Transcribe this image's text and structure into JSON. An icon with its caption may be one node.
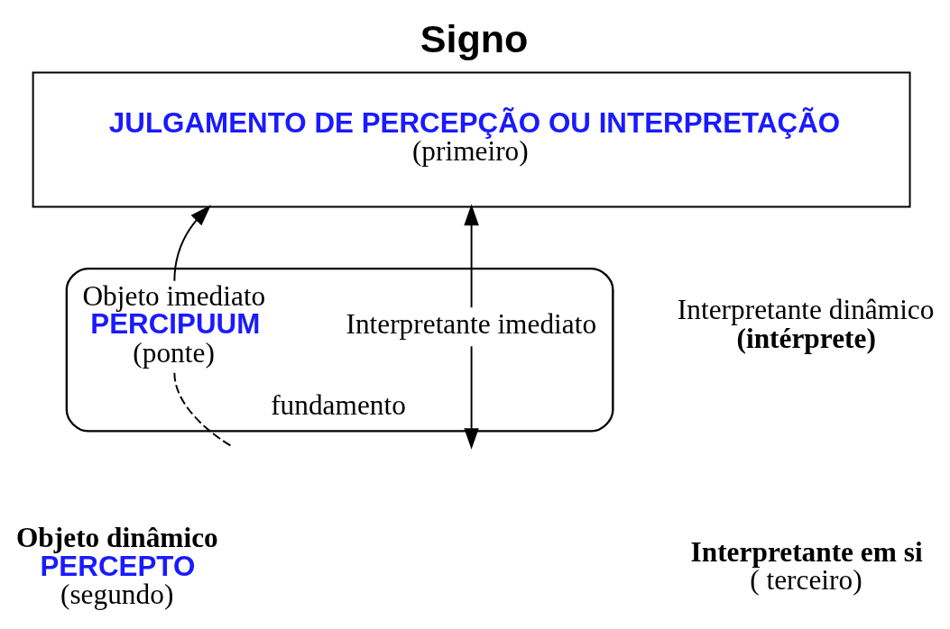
{
  "diagram": {
    "title": "Signo",
    "nodes": [
      {
        "text": [
          "JULGAMENTO DE PERCEPÇÃO OU INTERPRETAÇÃO",
          "(primeiro)"
        ]
      },
      {
        "text": [
          "fundamento"
        ]
      },
      {
        "text": [
          "Objeto imediato",
          "PERCIPUUM",
          "(ponte)"
        ],
        "in": 1
      },
      {
        "text": [
          "Interpretante imediato"
        ],
        "in": 1
      },
      {
        "text": [
          "Interpretante dinâmico",
          "(intérprete)"
        ]
      },
      {
        "text": [
          "Objeto dinâmico",
          "PERCEPTO",
          "(segundo)"
        ]
      },
      {
        "text": [
          "Interpretante em si",
          "( terceiro)"
        ]
      }
    ],
    "edges": [
      {
        "from": 2,
        "to": 0,
        "arrow": "to"
      },
      {
        "from": 3,
        "to": 0,
        "arrow": "to"
      },
      {
        "from": 3,
        "to": 1,
        "arrow": "to"
      },
      {
        "from": 2,
        "to": null,
        "arrow": "none",
        "style": "dashed"
      }
    ]
  }
}
